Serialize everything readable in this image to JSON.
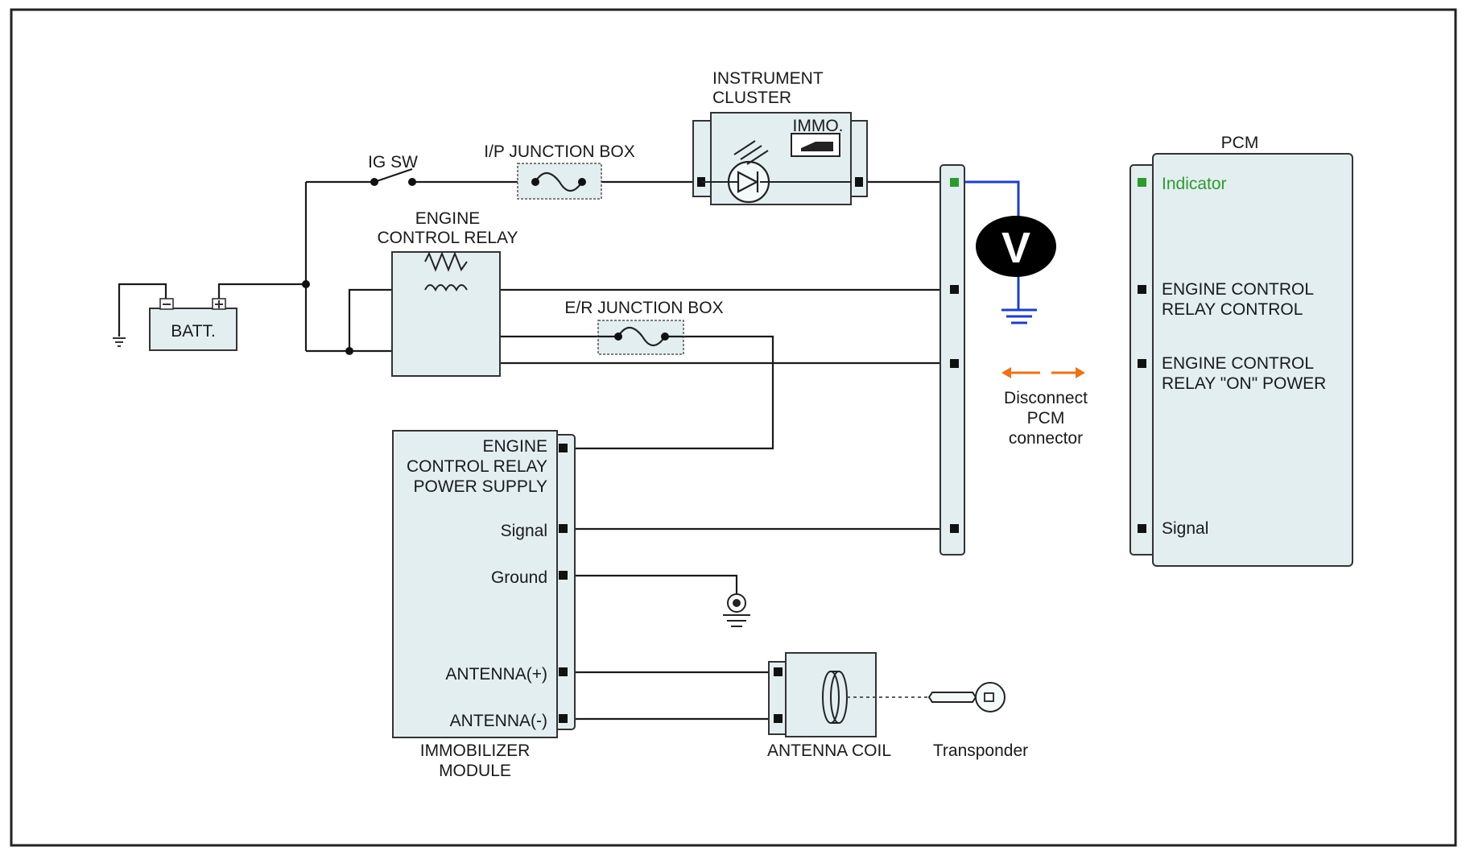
{
  "labels": {
    "instrument_cluster": [
      "INSTRUMENT",
      "CLUSTER"
    ],
    "immo": "IMMO.",
    "ig_sw": "IG SW",
    "ip_junction_box": "I/P JUNCTION BOX",
    "engine_control_relay": [
      "ENGINE",
      "CONTROL RELAY"
    ],
    "er_junction_box": "E/R JUNCTION BOX",
    "batt": "BATT.",
    "pcm": "PCM",
    "pcm_pins": {
      "indicator": "Indicator",
      "ecr_control": [
        "ENGINE CONTROL",
        "RELAY CONTROL"
      ],
      "ecr_on_power": [
        "ENGINE CONTROL",
        "RELAY \"ON\" POWER"
      ],
      "signal": "Signal"
    },
    "disconnect": [
      "Disconnect",
      "PCM",
      "connector"
    ],
    "voltmeter": "V",
    "immobilizer_pins": {
      "ecr_power_supply": [
        "ENGINE",
        "CONTROL RELAY",
        "POWER SUPPLY"
      ],
      "signal": "Signal",
      "ground": "Ground",
      "antenna_plus": "ANTENNA(+)",
      "antenna_minus": "ANTENNA(-)"
    },
    "immobilizer_module": [
      "IMMOBILIZER",
      "MODULE"
    ],
    "antenna_coil": "ANTENNA COIL",
    "transponder": "Transponder"
  },
  "colors": {
    "box_fill": "#e3eef1",
    "indicator_wire": "#1f3fbf",
    "indicator_text": "#2e9a2e",
    "arrow": "#e8741c"
  }
}
